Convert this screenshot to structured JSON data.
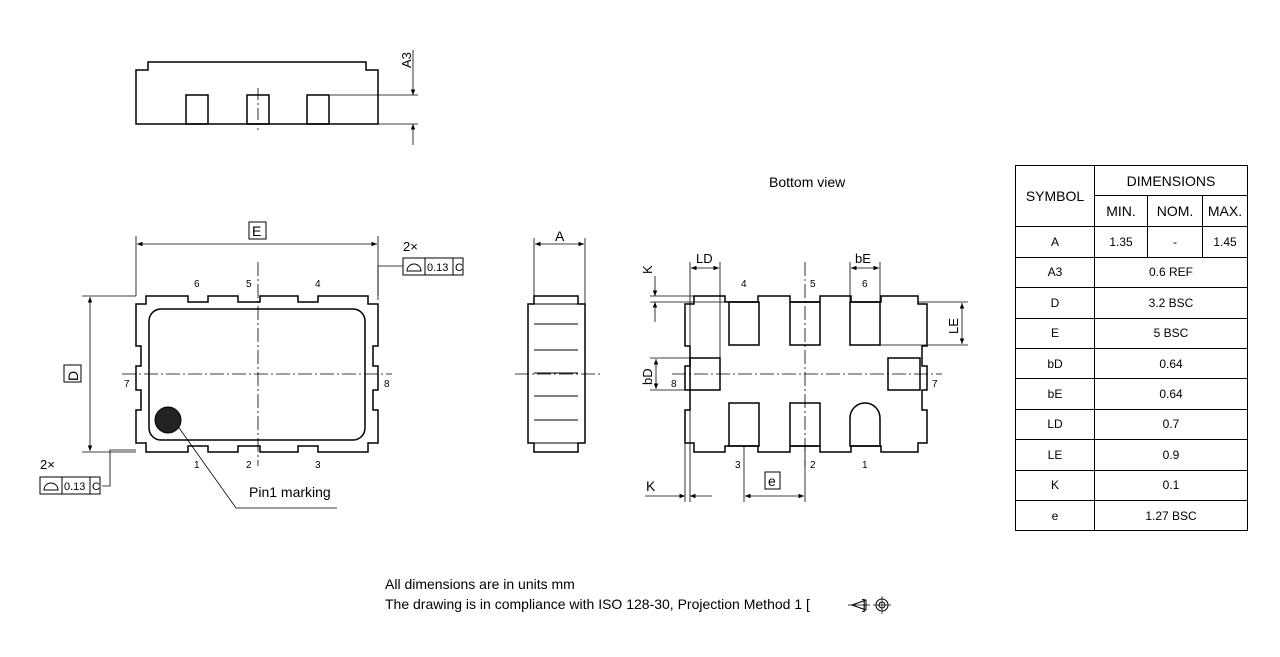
{
  "views": {
    "bottom_view_title": "Bottom view",
    "pin1_marking": "Pin1 marking"
  },
  "dimension_labels": {
    "A3": "A3",
    "E": "E",
    "D": "D",
    "A": "A",
    "K": "K",
    "LD": "LD",
    "bE": "bE",
    "LE": "LE",
    "bD": "bD",
    "e": "e"
  },
  "tolerance_frame": {
    "count": "2×",
    "value": "0.13",
    "datum": "C"
  },
  "pins": {
    "top_view_top": [
      "6",
      "5",
      "4"
    ],
    "top_view_bottom": [
      "1",
      "2",
      "3"
    ],
    "top_view_left": "7",
    "top_view_right": "8",
    "bottom_view_top": [
      "4",
      "5",
      "6"
    ],
    "bottom_view_bottom": [
      "3",
      "2",
      "1"
    ],
    "bottom_view_left": "8",
    "bottom_view_right": "7"
  },
  "table": {
    "symbol_header": "SYMBOL",
    "dimensions_header": "DIMENSIONS",
    "min_header": "MIN.",
    "nom_header": "NOM.",
    "max_header": "MAX.",
    "rows": [
      {
        "symbol": "A",
        "min": "1.35",
        "nom": "-",
        "max": "1.45"
      },
      {
        "symbol": "A3",
        "value": "0.6 REF"
      },
      {
        "symbol": "D",
        "value": "3.2 BSC"
      },
      {
        "symbol": "E",
        "value": "5 BSC"
      },
      {
        "symbol": "bD",
        "value": "0.64"
      },
      {
        "symbol": "bE",
        "value": "0.64"
      },
      {
        "symbol": "LD",
        "value": "0.7"
      },
      {
        "symbol": "LE",
        "value": "0.9"
      },
      {
        "symbol": "K",
        "value": "0.1"
      },
      {
        "symbol": "e",
        "value": "1.27 BSC"
      }
    ]
  },
  "notes": {
    "line1": "All dimensions are in units mm",
    "line2": "The drawing is in compliance with ISO 128-30, Projection Method 1 [",
    "line2_end": "]"
  }
}
